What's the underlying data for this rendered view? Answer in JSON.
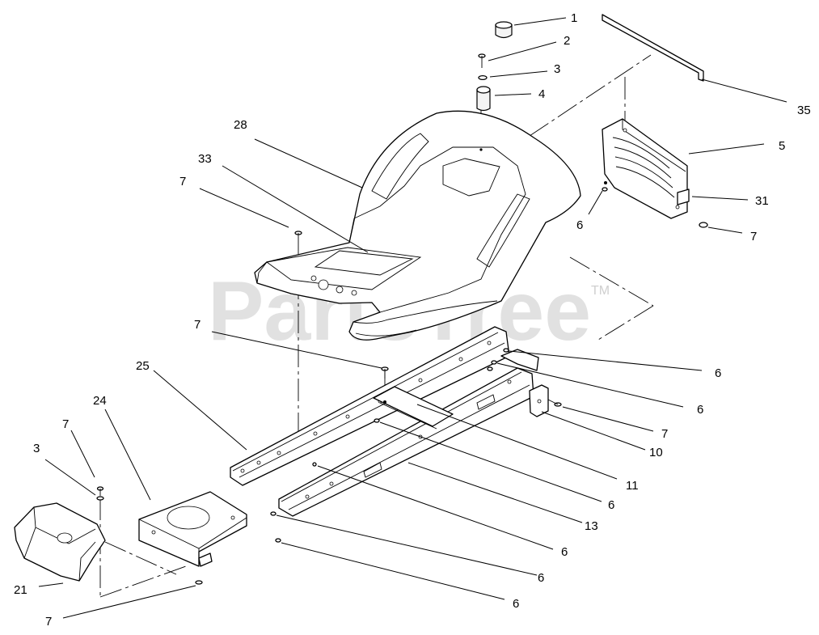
{
  "watermark": {
    "text": "PartsTree",
    "trademark": "TM"
  },
  "callouts": {
    "c1": "1",
    "c2": "2",
    "c3_top": "3",
    "c4": "4",
    "c35": "35",
    "c5": "5",
    "c31": "31",
    "c7_right": "7",
    "c6_right": "6",
    "c28": "28",
    "c33": "33",
    "c7_seat": "7",
    "c7_mid": "7",
    "c25": "25",
    "c24": "24",
    "c7_left": "7",
    "c3_left": "3",
    "c21": "21",
    "c7_bottom": "7",
    "c6_a": "6",
    "c6_b": "6",
    "c7_bracket": "7",
    "c10": "10",
    "c11": "11",
    "c6_c": "6",
    "c13": "13",
    "c6_d": "6",
    "c6_e": "6",
    "c6_f": "6"
  }
}
